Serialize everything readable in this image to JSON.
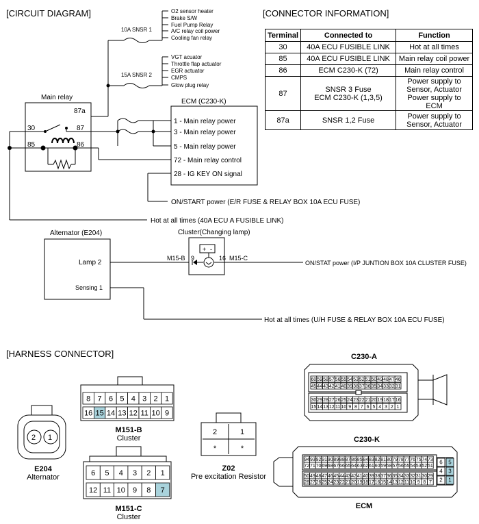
{
  "sections": {
    "circuit": "[CIRCUIT DIAGRAM]",
    "connector_info": "[CONNECTOR INFORMATION]",
    "harness": "[HARNESS CONNECTOR]"
  },
  "fuses": {
    "sns1": {
      "label": "10A SNSR 1",
      "loads": [
        "O2 sensor heater",
        "Brake S/W",
        "Fuel Pump Relay",
        "A/C relay coil power",
        "Cooling fan relay"
      ]
    },
    "sns2": {
      "label": "15A  SNSR 2",
      "loads": [
        "VGT acuator",
        "Throttle flap actuator",
        "EGR actuator",
        "CMPS",
        "Glow plug relay"
      ]
    }
  },
  "relay": {
    "title": "Main relay",
    "pins": [
      "87a",
      "30",
      "87",
      "85",
      "86"
    ]
  },
  "ecm": {
    "title": "ECM (C230-K)",
    "pins": [
      "1 - Main relay power",
      "3 - Main relay power",
      "5 - Main relay power",
      "72 - Main relay control",
      "28 - IG KEY ON signal"
    ]
  },
  "notes": {
    "on_start": "ON/START power (E/R FUSE & RELAY BOX 10A ECU FUSE)",
    "hot1": "Hot at all times (40A ECU A FUSIBLE LINK)",
    "on_stat": "ON/STAT power (I/P JUNTION BOX 10A CLUSTER FUSE)",
    "hot2": "Hot at all times (U/H FUSE & RELAY BOX 10A ECU FUSE)"
  },
  "alternator": {
    "title": "Alternator (E204)",
    "lamp": "Lamp 2",
    "sensing": "Sensing 1"
  },
  "cluster": {
    "title": "Cluster(Changing lamp)",
    "pin_left": "9",
    "pin_right": "16",
    "conn_left": "M15-B",
    "conn_right": "M15-C",
    "bat_plus": "+",
    "bat_minus": "-"
  },
  "table": {
    "headers": [
      "Terminal",
      "Connected to",
      "Function"
    ],
    "rows": [
      {
        "terminal": "30",
        "connected": [
          "40A ECU FUSIBLE LINK"
        ],
        "function": [
          "Hot at all times"
        ]
      },
      {
        "terminal": "85",
        "connected": [
          "40A ECU FUSIBLE LINK"
        ],
        "function": [
          "Main relay coil power"
        ]
      },
      {
        "terminal": "86",
        "connected": [
          "ECM C230-K (72)"
        ],
        "function": [
          "Main relay control"
        ]
      },
      {
        "terminal": "87",
        "connected": [
          "SNSR 3 Fuse",
          "ECM C230-K (1,3,5)"
        ],
        "function": [
          "Power supply to",
          "Sensor, Actuator",
          "Power supply to ECM"
        ]
      },
      {
        "terminal": "87a",
        "connected": [
          "SNSR 1,2 Fuse"
        ],
        "function": [
          "Power supply to",
          "Sensor, Actuator"
        ]
      }
    ]
  },
  "harness": {
    "e204": {
      "pins": [
        "2",
        "1"
      ],
      "name": "E204",
      "desc": "Alternator"
    },
    "m151b": {
      "top": [
        "8",
        "7",
        "6",
        "5",
        "4",
        "3",
        "2",
        "1"
      ],
      "bottom": [
        "16",
        "15",
        "14",
        "13",
        "12",
        "11",
        "10",
        "9"
      ],
      "name": "M151-B",
      "desc": "Cluster"
    },
    "m151c": {
      "top": [
        "6",
        "5",
        "4",
        "3",
        "2",
        "1"
      ],
      "bottom": [
        "12",
        "11",
        "10",
        "9",
        "8",
        "7"
      ],
      "name": "M151-C",
      "desc": "Cluster"
    },
    "z02": {
      "top": [
        "2",
        "1"
      ],
      "bottom": [
        "*",
        "*"
      ],
      "name": "Z02",
      "desc": "Pre excitation Resistor"
    },
    "c230a": {
      "name": "C230-A",
      "r1": [
        "60",
        "59",
        "58",
        "57",
        "56",
        "55",
        "54",
        "53",
        "52",
        "51",
        "50",
        "49",
        "48",
        "47",
        "46"
      ],
      "r2": [
        "45",
        "44",
        "43",
        "42",
        "41",
        "40",
        "39",
        "38",
        "37",
        "36",
        "35",
        "34",
        "33",
        "32",
        "31"
      ],
      "r3": [
        "30",
        "29",
        "28",
        "27",
        "26",
        "25",
        "24",
        "23",
        "22",
        "21",
        "20",
        "19",
        "18",
        "17",
        "16"
      ],
      "r4": [
        "15",
        "14",
        "13",
        "12",
        "11",
        "10",
        "9",
        "8",
        "7",
        "6",
        "5",
        "4",
        "3",
        "2",
        "1"
      ]
    },
    "c230k": {
      "name": "C230-K",
      "r1": [
        "94",
        "93",
        "92",
        "91",
        "90",
        "89",
        "88",
        "87",
        "86",
        "85",
        "84",
        "83",
        "82",
        "81",
        "80",
        "79",
        "78",
        "77",
        "76",
        "75",
        "74",
        "73"
      ],
      "r2": [
        "72",
        "71",
        "70",
        "69",
        "68",
        "67",
        "66",
        "65",
        "64",
        "63",
        "62",
        "61",
        "60",
        "59",
        "58",
        "57",
        "56",
        "55",
        "54",
        "53",
        "52",
        "51"
      ],
      "r3": [
        "50",
        "49",
        "48",
        "47",
        "46",
        "45",
        "44",
        "43",
        "42",
        "41",
        "40",
        "39",
        "38",
        "37",
        "36",
        "35",
        "34",
        "33",
        "32",
        "31",
        "30",
        "29"
      ],
      "r4": [
        "28",
        "27",
        "26",
        "25",
        "24",
        "23",
        "22",
        "21",
        "20",
        "19",
        "18",
        "17",
        "16",
        "15",
        "14",
        "13",
        "12",
        "11",
        "10",
        "9",
        "8",
        "7"
      ],
      "side": [
        "6",
        "5",
        "4",
        "3",
        "2",
        "1"
      ],
      "desc": "ECM"
    }
  },
  "colors": {
    "highlight": "#a9d3dc"
  }
}
